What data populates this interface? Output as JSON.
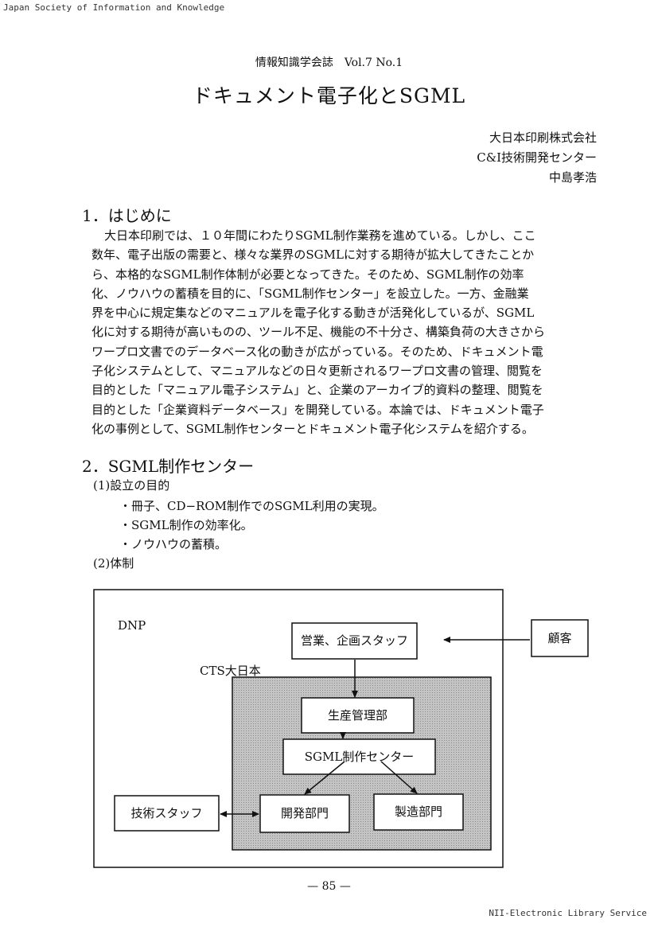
{
  "header_source": "Japan Society of Information and Knowledge",
  "footer_source": "NII-Electronic Library Service",
  "journal": "情報知識学会誌　Vol.7 No.1",
  "title": "ドキュメント電子化とSGML",
  "authors": [
    "大日本印刷株式会社",
    "C&I技術開発センター",
    "中島孝浩"
  ],
  "section1": {
    "heading": "1．はじめに",
    "lines": [
      "大日本印刷では、１０年間にわたりSGML制作業務を進めている。しかし、ここ",
      "数年、電子出版の需要と、様々な業界のSGMLに対する期待が拡大してきたことか",
      "ら、本格的なSGML制作体制が必要となってきた。そのため、SGML制作の効率",
      "化、ノウハウの蓄積を目的に、「SGML制作センター」を設立した。一方、金融業",
      "界を中心に規定集などのマニュアルを電子化する動きが活発化しているが、SGML",
      "化に対する期待が高いものの、ツール不足、機能の不十分さ、構築負荷の大きさから",
      "ワープロ文書でのデータベース化の動きが広がっている。そのため、ドキュメント電",
      "子化システムとして、マニュアルなどの日々更新されるワープロ文書の管理、閲覧を",
      "目的とした「マニュアル電子システム」と、企業のアーカイブ的資料の整理、閲覧を",
      "目的とした「企業資料データベース」を開発している。本論では、ドキュメント電子",
      "化の事例として、SGML制作センターとドキュメント電子化システムを紹介する。"
    ]
  },
  "section2": {
    "heading": "2．SGML制作センター",
    "sub1": "(1)設立の目的",
    "bullets": [
      "・冊子、CD−ROM制作でのSGML利用の実現。",
      "・SGML制作の効率化。",
      "・ノウハウの蓄積。"
    ],
    "sub2": "(2)体制"
  },
  "diagram": {
    "outer_label": "DNP",
    "inner_label": "CTS大日本",
    "nodes": {
      "sales": "営業、企画スタッフ",
      "customer": "顧客",
      "production": "生産管理部",
      "sgml_center": "SGML制作センター",
      "development": "開発部門",
      "manufacturing": "製造部門",
      "tech_staff": "技術スタッフ"
    }
  },
  "page_number": "— 85 —"
}
